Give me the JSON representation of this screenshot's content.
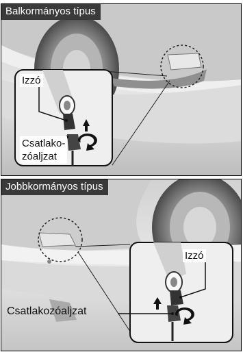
{
  "panels": [
    {
      "tag": "Balkormányos típus",
      "bulb_label": "Izzó",
      "socket_label_line1": "Csatlako-",
      "socket_label_line2": "zóaljzat"
    },
    {
      "tag": "Jobbkormányos típus",
      "bulb_label": "Izzó",
      "socket_label": "Csatlakozóaljzat"
    }
  ]
}
